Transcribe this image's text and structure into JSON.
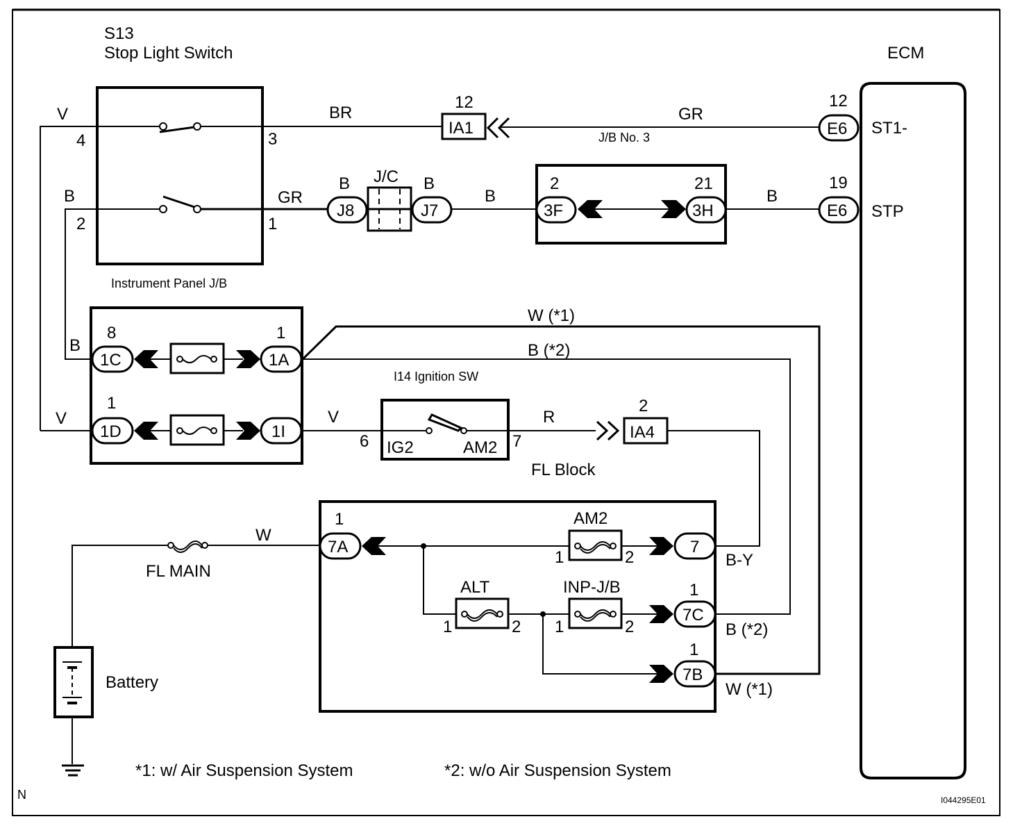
{
  "title": {
    "code": "S13",
    "name": "Stop Light Switch"
  },
  "ecm": {
    "label": "ECM",
    "pins": [
      {
        "connector": "E6",
        "pin": "12",
        "signal": "ST1-"
      },
      {
        "connector": "E6",
        "pin": "19",
        "signal": "STP"
      }
    ]
  },
  "stop_light_switch": {
    "pins": {
      "p4": "4",
      "p3": "3",
      "p2": "2",
      "p1": "1"
    },
    "wires": {
      "top_left": "V",
      "top_right": "BR",
      "bottom_left": "B",
      "bottom_right": "GR"
    }
  },
  "instrument_panel_jb": {
    "label": "Instrument Panel J/B",
    "connectors": [
      {
        "id": "1C",
        "pin": "8",
        "wire": "B"
      },
      {
        "id": "1A",
        "pin": "1"
      },
      {
        "id": "1D",
        "pin": "1",
        "wire": "V"
      },
      {
        "id": "1I",
        "pin": ""
      }
    ]
  },
  "ia1": {
    "id": "IA1",
    "pin": "12",
    "wire_right": "GR",
    "jb_label": "J/B No. 3"
  },
  "jc": {
    "label": "J/C",
    "left": {
      "id": "J8",
      "wire": "B"
    },
    "right": {
      "id": "J7",
      "wire": "B"
    },
    "out_wire": "B"
  },
  "jb3": {
    "left": {
      "id": "3F",
      "pin": "2"
    },
    "right": {
      "id": "3H",
      "pin": "21"
    },
    "out_wire": "B"
  },
  "ignition_sw": {
    "label": "I14 Ignition SW",
    "in_wire": "V",
    "in_pin": "6",
    "out_pin": "7",
    "left_term": "IG2",
    "right_term": "AM2",
    "out_wire": "R"
  },
  "ia4": {
    "id": "IA4",
    "pin": "2"
  },
  "wires_top": {
    "w1": "W (*1)",
    "w2": "B (*2)"
  },
  "fl_block": {
    "label": "FL Block",
    "in": {
      "id": "7A",
      "pin": "1",
      "wire": "W"
    },
    "fuses": [
      {
        "name": "AM2",
        "pin_in": "1",
        "pin_out": "2"
      },
      {
        "name": "ALT",
        "pin_in": "1",
        "pin_out": "2"
      },
      {
        "name": "INP-J/B",
        "pin_in": "1",
        "pin_out": "2"
      }
    ],
    "outputs": [
      {
        "id": "7",
        "pin": "",
        "wire": "B-Y"
      },
      {
        "id": "7C",
        "pin": "1",
        "wire": "B (*2)"
      },
      {
        "id": "7B",
        "pin": "1",
        "wire": "W (*1)"
      }
    ]
  },
  "fl_main": {
    "label": "FL MAIN"
  },
  "battery": {
    "label": "Battery"
  },
  "notes": {
    "n1": "*1: w/ Air Suspension System",
    "n2": "*2: w/o Air Suspension System"
  },
  "corner_mark": "N",
  "figure_id": "I044295E01"
}
